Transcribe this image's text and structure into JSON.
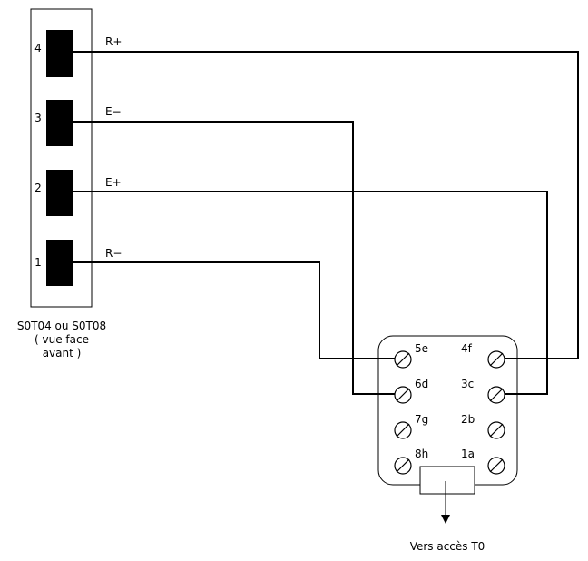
{
  "panel": {
    "caption": [
      "S0T04 ou S0T08",
      "( vue face",
      "avant )"
    ],
    "ports": [
      {
        "number": "4",
        "signal": "R+"
      },
      {
        "number": "3",
        "signal": "E−"
      },
      {
        "number": "2",
        "signal": "E+"
      },
      {
        "number": "1",
        "signal": "R−"
      }
    ]
  },
  "connector": {
    "left_pins": [
      "5e",
      "6d",
      "7g",
      "8h"
    ],
    "right_pins": [
      "4f",
      "3c",
      "2b",
      "1a"
    ]
  },
  "output_label": "Vers accès T0"
}
